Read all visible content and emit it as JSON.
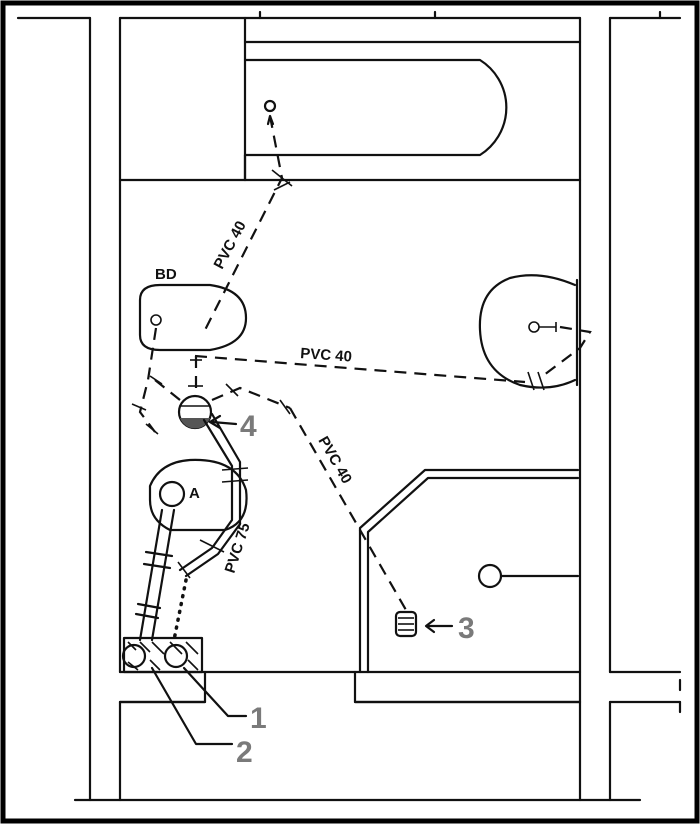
{
  "fixture_labels": {
    "bidet": "BD",
    "toilet": "A"
  },
  "pipe_labels": {
    "pvc_bathtub": "PVC 40",
    "pvc_washbasin": "PVC 40",
    "pvc_shower": "PVC 40",
    "pvc_toilet": "PVC 75"
  },
  "callouts": {
    "c1": "1",
    "c2": "2",
    "c3": "3",
    "c4": "4"
  },
  "colors": {
    "ink": "#111111",
    "callout": "#7a7a7a",
    "frame": "#000000"
  }
}
